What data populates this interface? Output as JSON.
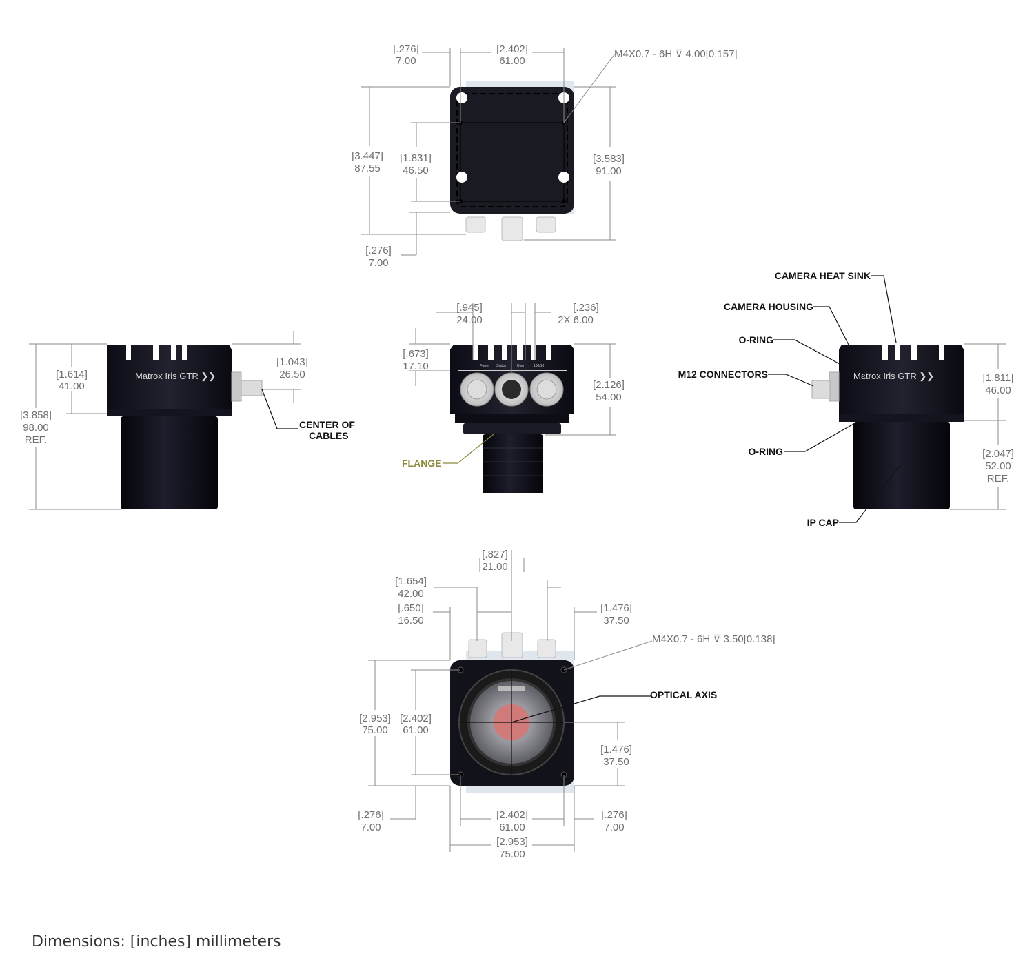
{
  "caption": "Dimensions: [inches] millimeters",
  "views": {
    "top": {
      "dims": [
        {
          "in": "[.276]",
          "mm": "7.00"
        },
        {
          "in": "[2.402]",
          "mm": "61.00"
        },
        {
          "in": "[3.447]",
          "mm": "87.55"
        },
        {
          "in": "[1.831]",
          "mm": "46.50"
        },
        {
          "in": "[3.583]",
          "mm": "91.00"
        },
        {
          "in": "[.276]",
          "mm": "7.00"
        }
      ],
      "thread_note": "M4X0.7 - 6H ⊽ 4.00[0.157]"
    },
    "left_side": {
      "dims": [
        {
          "in": "[1.614]",
          "mm": "41.00"
        },
        {
          "in": "[3.858]",
          "mm": "98.00",
          "ref": "REF."
        },
        {
          "in": "[1.043]",
          "mm": "26.50"
        }
      ],
      "callout": [
        "CENTER OF",
        "CABLES"
      ],
      "brand": "Matrox Iris GTR ❯❯"
    },
    "front": {
      "dims": [
        {
          "in": "[.945]",
          "mm": "24.00"
        },
        {
          "in": "[.236]",
          "mm": "2X   6.00"
        },
        {
          "in": "[.673]",
          "mm": "17.10"
        },
        {
          "in": "[2.126]",
          "mm": "54.00"
        }
      ],
      "connector_labels": [
        "Power",
        "Status",
        "User",
        "100/10"
      ],
      "callout": "FLANGE"
    },
    "right_side": {
      "callouts": [
        "CAMERA HEAT SINK",
        "CAMERA HOUSING",
        "O-RING",
        "M12 CONNECTORS",
        "O-RING",
        "IP CAP"
      ],
      "dims": [
        {
          "in": "[1.811]",
          "mm": "46.00"
        },
        {
          "in": "[2.047]",
          "mm": "52.00",
          "ref": "REF."
        }
      ],
      "brand": "Matrox Iris GTR ❯❯"
    },
    "bottom": {
      "dims": [
        {
          "in": "[.827]",
          "mm": "21.00"
        },
        {
          "in": "[1.654]",
          "mm": "42.00"
        },
        {
          "in": "[.650]",
          "mm": "16.50"
        },
        {
          "in": "[1.476]",
          "mm": "37.50"
        },
        {
          "in": "[2.953]",
          "mm": "75.00"
        },
        {
          "in": "[2.402]",
          "mm": "61.00"
        },
        {
          "in": "[1.476]",
          "mm": "37.50"
        },
        {
          "in": "[.276]",
          "mm": "7.00"
        },
        {
          "in": "[2.402]",
          "mm": "61.00"
        },
        {
          "in": "[.276]",
          "mm": "7.00"
        },
        {
          "in": "[2.953]",
          "mm": "75.00"
        }
      ],
      "thread_note": "M4X0.7 - 6H ⊽ 3.50[0.138]",
      "callout": "OPTICAL AXIS"
    }
  }
}
